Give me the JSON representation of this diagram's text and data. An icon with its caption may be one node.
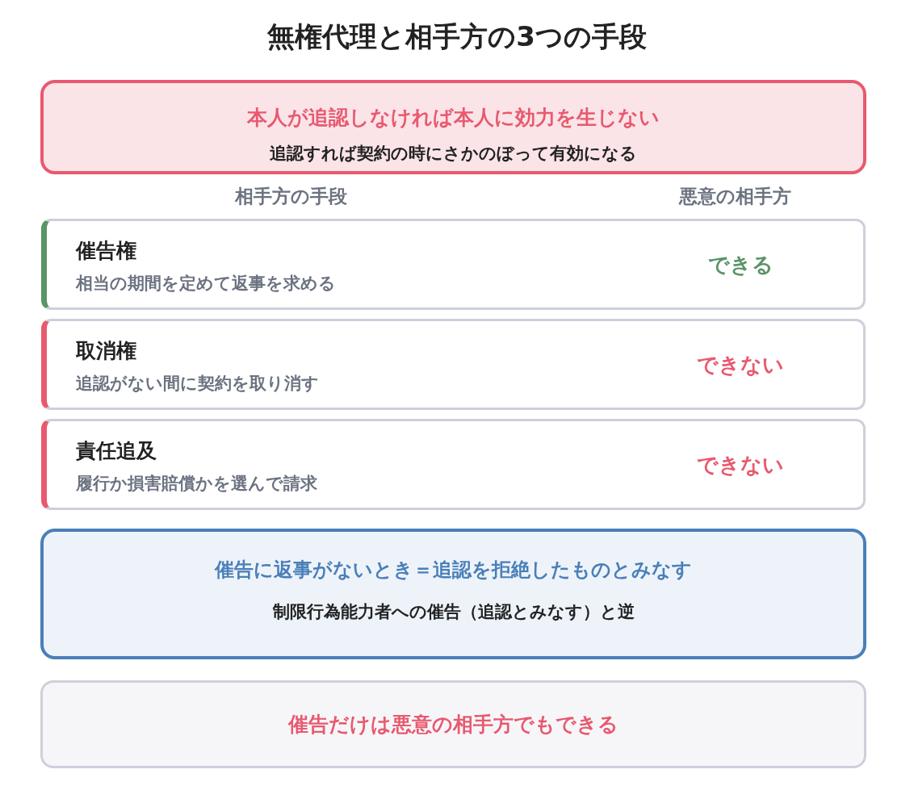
{
  "diagram": {
    "title": "無権代理と相手方の3つの手段",
    "nodes": [
      {
        "text": [
          "本人が追認しなければ本人に効力を生じない",
          "追認すれば契約の時にさかのぼって有効になる"
        ]
      },
      {
        "text": [
          "催告権",
          "相当の期間を定めて返事を求める",
          "できる"
        ]
      },
      {
        "text": [
          "取消権",
          "追認がない間に契約を取り消す",
          "できない"
        ]
      },
      {
        "text": [
          "責任追及",
          "履行か損害賠償かを選んで請求",
          "できない"
        ]
      },
      {
        "text": [
          "催告に返事がないとき＝追認を拒絶したものとみなす",
          "制限行為能力者への催告（追認とみなす）と逆"
        ]
      },
      {
        "text": [
          "催告だけは悪意の相手方でもできる"
        ]
      }
    ],
    "labels": [
      "相手方の手段",
      "悪意の相手方"
    ]
  }
}
